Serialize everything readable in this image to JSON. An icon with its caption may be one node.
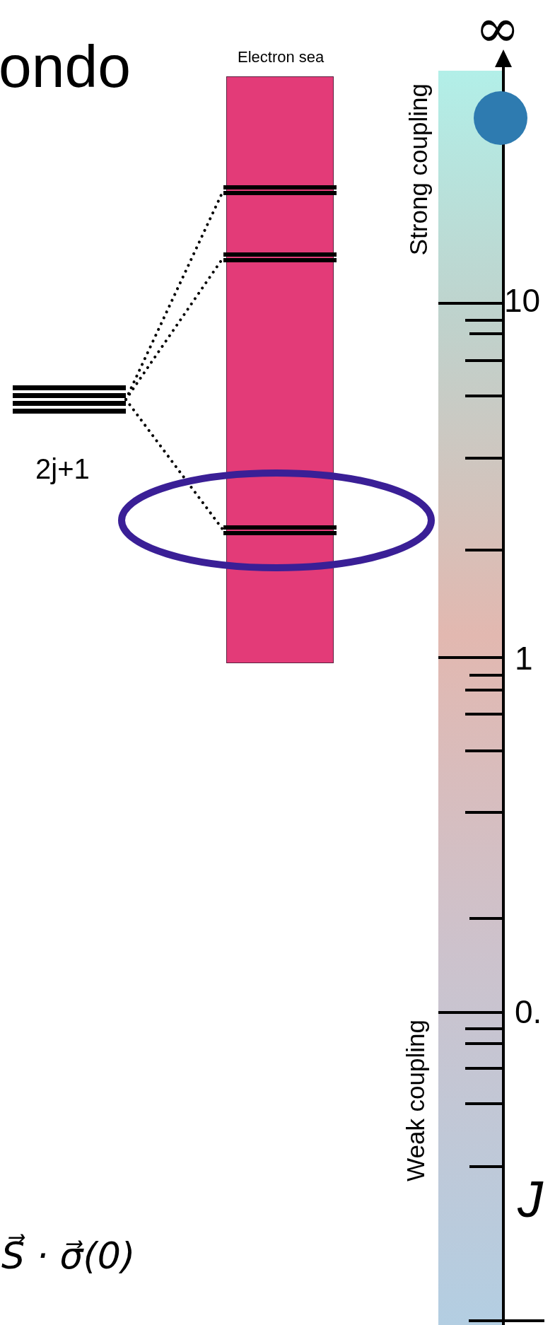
{
  "diagram": {
    "title": "ondo",
    "nodes": [
      {
        "text": [],
        "shape": "bar",
        "beside": [
          "2j+1"
        ]
      },
      {
        "text": [
          "Electron sea"
        ]
      },
      {
        "text": [],
        "shape": "bar",
        "in": 1
      },
      {
        "text": [],
        "shape": "bar",
        "in": 1
      },
      {
        "text": [],
        "shape": "bar",
        "in": 1
      }
    ],
    "edges": [
      {
        "from": 0,
        "to": 2,
        "arrow": "none",
        "style": "dashed"
      },
      {
        "from": 0,
        "to": 3,
        "arrow": "none",
        "style": "dashed"
      },
      {
        "from": 0,
        "to": 4,
        "arrow": "none",
        "style": "dashed"
      }
    ],
    "labels": [
      "∞",
      "Strong coupling",
      "10",
      "1",
      "0.",
      "Weak coupling",
      "J",
      "S⃗ · σ⃗(0)"
    ]
  }
}
